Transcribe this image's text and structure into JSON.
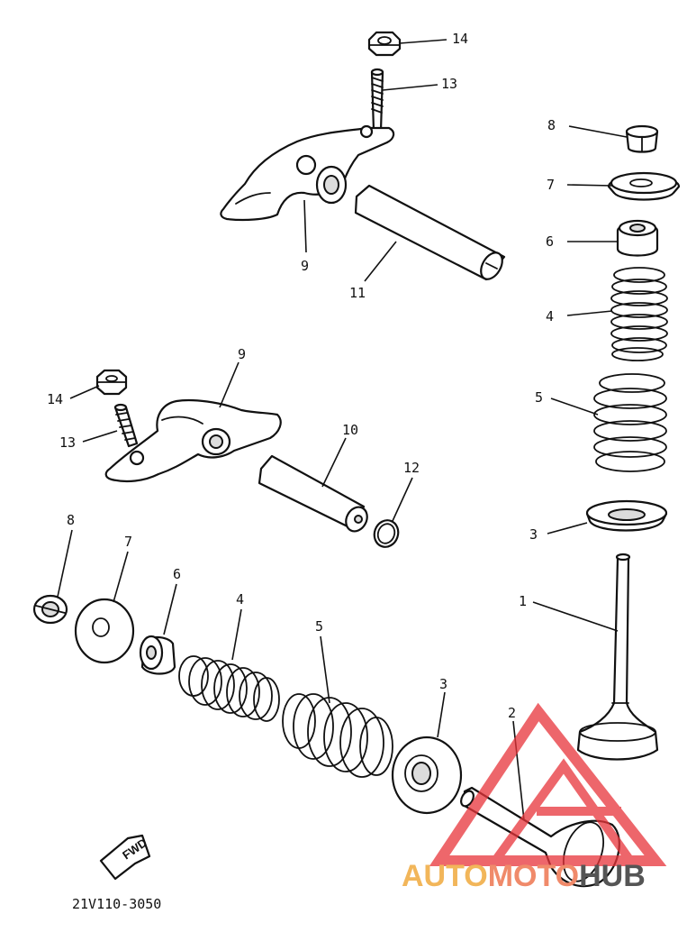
{
  "figure_code": "21V110-3050",
  "direction_label": "FWD",
  "watermark": {
    "part1": "AUTO",
    "part2": "MOTO",
    "part3": "HUB",
    "color_part1": "#f2b65a",
    "color_part2": "#f08a6a",
    "color_part3": "#555555",
    "logo_color": "#e8343a"
  },
  "callouts": [
    {
      "id": "c14a",
      "label": "14"
    },
    {
      "id": "c13a",
      "label": "13"
    },
    {
      "id": "c9a",
      "label": "9"
    },
    {
      "id": "c11",
      "label": "11"
    },
    {
      "id": "c8a",
      "label": "8"
    },
    {
      "id": "c7a",
      "label": "7"
    },
    {
      "id": "c6a",
      "label": "6"
    },
    {
      "id": "c4a",
      "label": "4"
    },
    {
      "id": "c5a",
      "label": "5"
    },
    {
      "id": "c3a",
      "label": "3"
    },
    {
      "id": "c1",
      "label": "1"
    },
    {
      "id": "c9b",
      "label": "9"
    },
    {
      "id": "c14b",
      "label": "14"
    },
    {
      "id": "c13b",
      "label": "13"
    },
    {
      "id": "c10",
      "label": "10"
    },
    {
      "id": "c12",
      "label": "12"
    },
    {
      "id": "c8b",
      "label": "8"
    },
    {
      "id": "c7b",
      "label": "7"
    },
    {
      "id": "c6b",
      "label": "6"
    },
    {
      "id": "c4b",
      "label": "4"
    },
    {
      "id": "c5b",
      "label": "5"
    },
    {
      "id": "c3b",
      "label": "3"
    },
    {
      "id": "c2",
      "label": "2"
    }
  ]
}
